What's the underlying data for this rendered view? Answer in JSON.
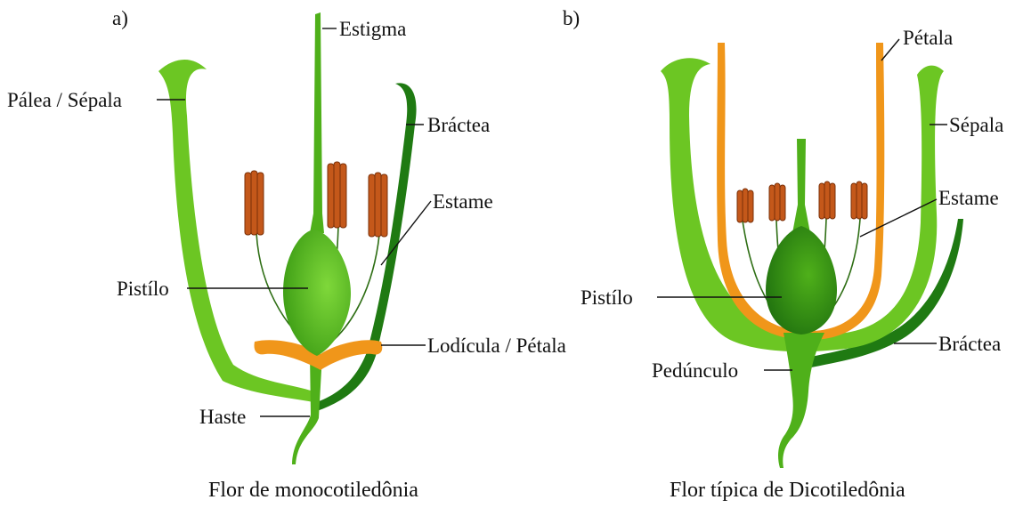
{
  "colors": {
    "light_green": "#6cc623",
    "mid_green": "#4fb01a",
    "dark_green": "#1f7a12",
    "orange": "#f0961a",
    "stamen_brown": "#c4581a",
    "filament": "#2e6e14"
  },
  "panel_a": {
    "letter": "a)",
    "caption": "Flor de monocotiledônia",
    "labels": {
      "stigma": "Estigma",
      "palea": "Pálea / Sépala",
      "bract": "Bráctea",
      "stamen": "Estame",
      "pistil": "Pistílo",
      "lodicule": "Lodícula / Pétala",
      "stem": "Haste"
    }
  },
  "panel_b": {
    "letter": "b)",
    "caption": "Flor típica de Dicotiledônia",
    "labels": {
      "petal": "Pétala",
      "sepal": "Sépala",
      "stamen": "Estame",
      "pistil": "Pistílo",
      "bract": "Bráctea",
      "peduncle": "Pedúnculo"
    }
  }
}
